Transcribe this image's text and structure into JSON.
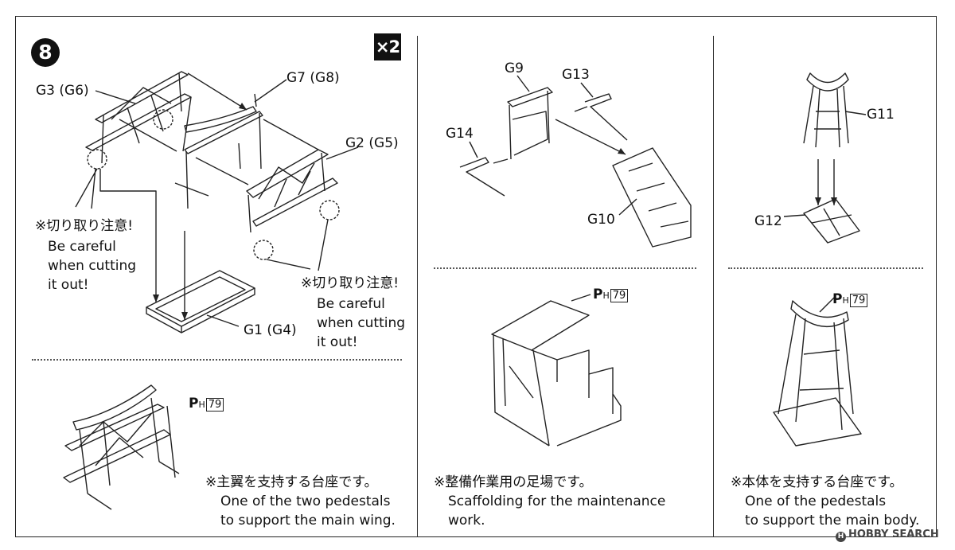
{
  "step": {
    "number": "8",
    "quantity": "×2"
  },
  "parts": {
    "g3": "G3 (G6)",
    "g7": "G7 (G8)",
    "g2": "G2 (G5)",
    "g1": "G1 (G4)",
    "g9": "G9",
    "g13": "G13",
    "g14": "G14",
    "g10": "G10",
    "g11": "G11",
    "g12": "G12"
  },
  "warnings": {
    "left": {
      "jp": "※切り取り注意!",
      "en": "Be careful\nwhen cutting\nit out!"
    },
    "right": {
      "jp": "※切り取り注意!",
      "en": "Be careful\nwhen cutting\nit out!"
    }
  },
  "paint": {
    "code": "79",
    "p": "P",
    "h": "H"
  },
  "captions": {
    "wing": {
      "jp": "※主翼を支持する台座です。",
      "en": "One of the two pedestals\nto support the main wing."
    },
    "maint": {
      "jp": "※整備作業用の足場です。",
      "en": "Scaffolding for the maintenance\nwork."
    },
    "body": {
      "jp": "※本体を支持する台座です。",
      "en": "One of the pedestals\nto support the main body."
    }
  },
  "watermark": {
    "icon": "H",
    "text": "HOBBY SEARCH"
  }
}
